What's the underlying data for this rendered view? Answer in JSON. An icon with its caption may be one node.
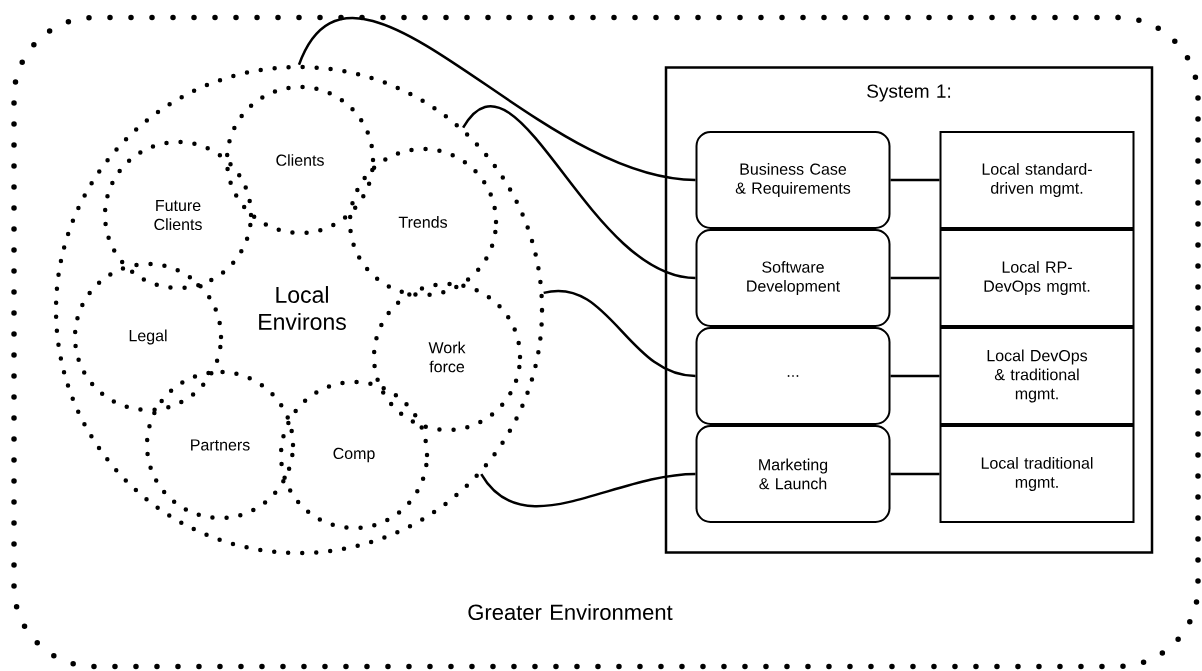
{
  "diagram": {
    "nodes": [
      {
        "text": [
          "Greater Environment"
        ]
      },
      {
        "text": [
          "Local Environs"
        ],
        "in": 0
      },
      {
        "text": [
          "Clients"
        ],
        "in": 1
      },
      {
        "text": [
          "Future Clients"
        ],
        "in": 1
      },
      {
        "text": [
          "Trends"
        ],
        "in": 1
      },
      {
        "text": [
          "Legal"
        ],
        "in": 1
      },
      {
        "text": [
          "Work force"
        ],
        "in": 1
      },
      {
        "text": [
          "Partners"
        ],
        "in": 1
      },
      {
        "text": [
          "Comp"
        ],
        "in": 1
      },
      {
        "text": [
          "System 1:"
        ],
        "in": 0
      },
      {
        "text": [
          "Business Case & Requirements"
        ],
        "in": 9
      },
      {
        "text": [
          "Local standard-driven mgmt."
        ],
        "in": 9
      },
      {
        "text": [
          "Software Development"
        ],
        "in": 9
      },
      {
        "text": [
          "Local RP-DevOps mgmt."
        ],
        "in": 9
      },
      {
        "text": [
          "..."
        ],
        "in": 9
      },
      {
        "text": [
          "Local DevOps & traditional mgmt."
        ],
        "in": 9
      },
      {
        "text": [
          "Marketing & Launch"
        ],
        "in": 9
      },
      {
        "text": [
          "Local traditional mgmt."
        ],
        "in": 9
      }
    ],
    "edges": [
      {
        "from": 1,
        "to": 10,
        "arrow": "none"
      },
      {
        "from": 1,
        "to": 12,
        "arrow": "none"
      },
      {
        "from": 1,
        "to": 14,
        "arrow": "none"
      },
      {
        "from": 1,
        "to": 16,
        "arrow": "none"
      },
      {
        "from": 10,
        "to": 11,
        "arrow": "none"
      },
      {
        "from": 12,
        "to": 13,
        "arrow": "none"
      },
      {
        "from": 14,
        "to": 15,
        "arrow": "none"
      },
      {
        "from": 16,
        "to": 17,
        "arrow": "none"
      }
    ]
  }
}
